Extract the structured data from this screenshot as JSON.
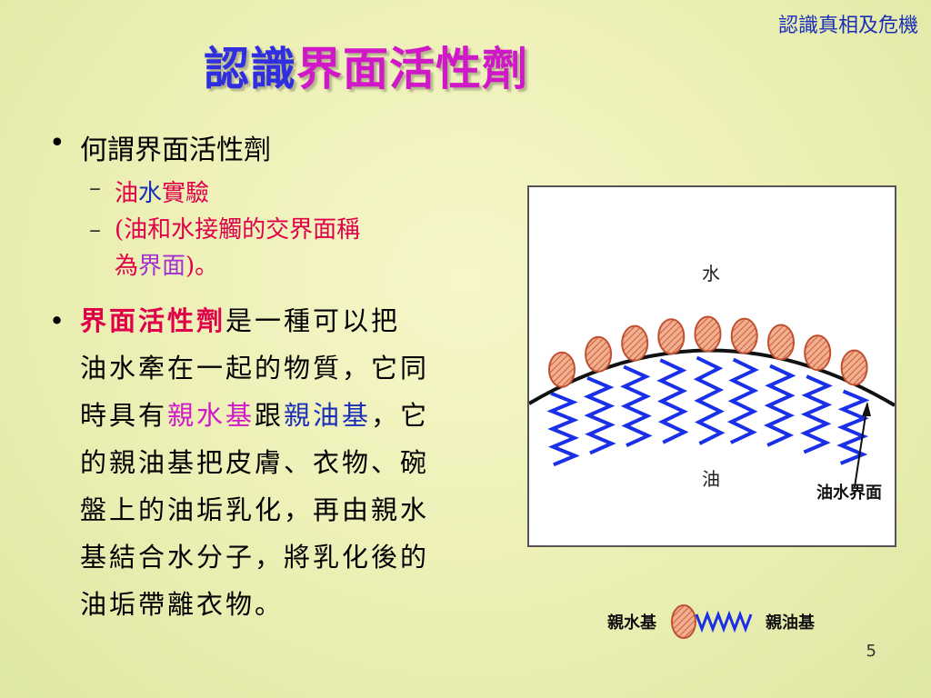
{
  "header": {
    "corner_title": "認識真相及危機",
    "title_part1": "認識",
    "title_part2": "界面活性劑"
  },
  "bullet1": {
    "text": "何謂界面活性劑",
    "sub1_oil": "油",
    "sub1_water": "水",
    "sub1_rest": "實驗",
    "sub2_open": "(",
    "sub2_text": "油和水接觸的交界面稱",
    "sub2_line2_pre": "為",
    "sub2_interface": "界面",
    "sub2_close": ")。"
  },
  "bullet2": {
    "keyword": "界面活性劑",
    "line1_rest": "是一種可以把",
    "line2": "油水牽在一起的物質，它同",
    "line3_pre": "時具有",
    "hydrophilic": "親水基",
    "and": "跟",
    "lipophilic": "親油基",
    "line3_post": "，它",
    "line4": "的親油基把皮膚、衣物、碗",
    "line5": "盤上的油垢乳化，再由親水",
    "line6": "基結合水分子，將乳化後的",
    "line7": "油垢帶離衣物。"
  },
  "diagram": {
    "water_label": "水",
    "oil_label": "油",
    "interface_label": "油水界面"
  },
  "legend": {
    "hydrophilic_label": "親水基",
    "lipophilic_label": "親油基"
  },
  "colors": {
    "title_blue": "#2f2fe0",
    "title_magenta": "#d018c8",
    "accent_red": "#e0004a",
    "accent_blue": "#1a2fb8",
    "spring_blue": "#1a2fe8",
    "head_orange": "#e07a5a"
  },
  "page_number": "5"
}
